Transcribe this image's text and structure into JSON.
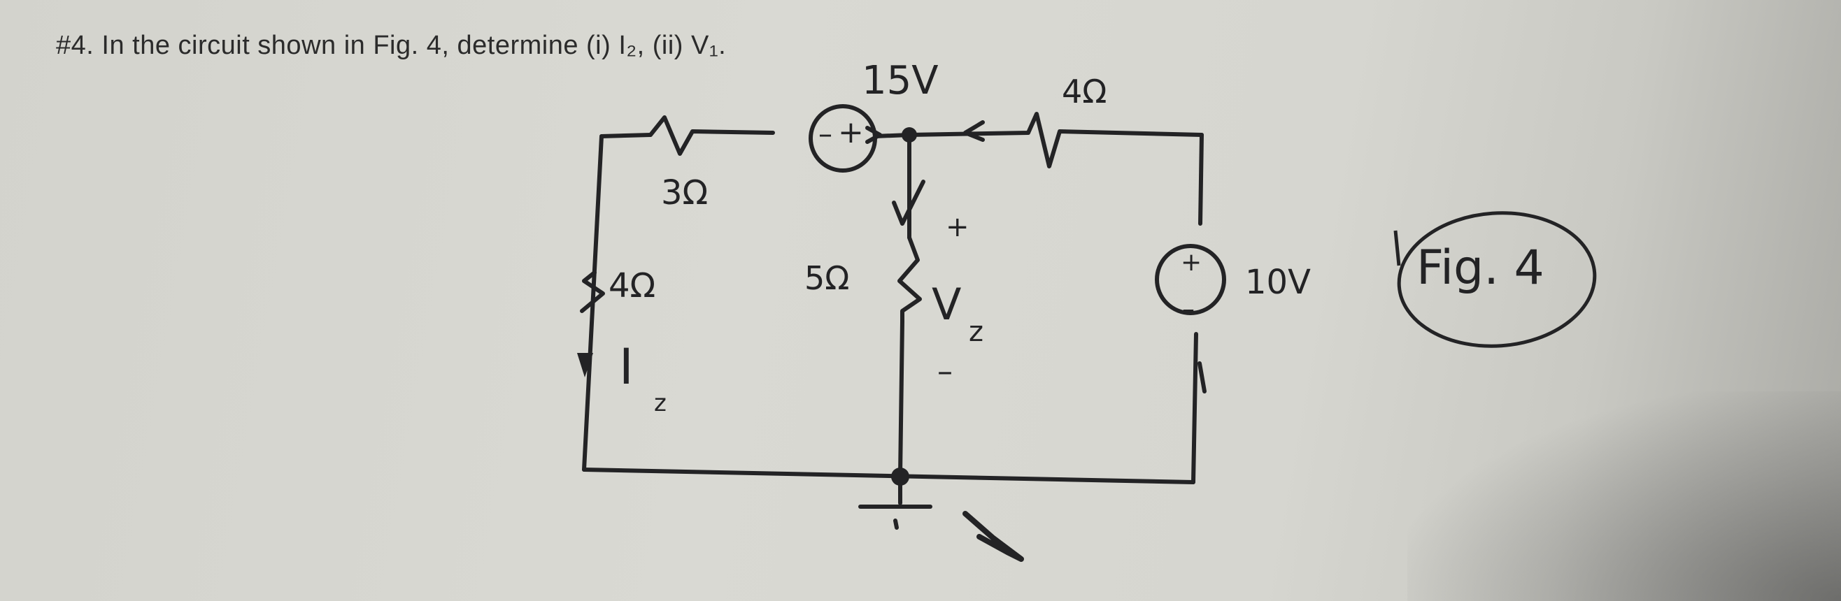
{
  "question": "#4. In the circuit shown in Fig. 4, determine (i) I₂, (ii) V₁.",
  "labels": {
    "source_15v": "15V",
    "r_top_right": "4Ω",
    "r_top_left": "3Ω",
    "r_left": "4Ω",
    "r_middle": "5Ω",
    "current_label": "I",
    "current_sub": "z",
    "voltage_label": "V",
    "voltage_sub": "z",
    "v_plus": "+",
    "v_minus": "–",
    "src_minus": "–",
    "src_plus": "+",
    "src10_plus": "+",
    "src10_minus": "–",
    "source_10v": "10V",
    "fig_label": "Fig. 4"
  },
  "colors": {
    "ink": "#232325",
    "paper": "#d6d6d0"
  }
}
